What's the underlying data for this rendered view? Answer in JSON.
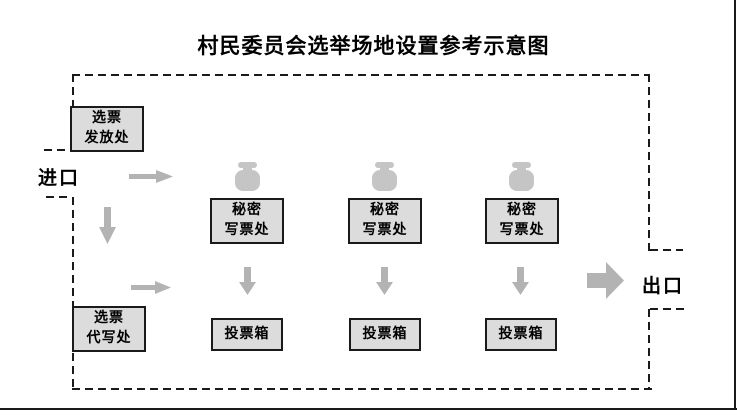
{
  "title": "村民委员会选举场地设置参考示意图",
  "labels": {
    "entrance": "进口",
    "exit": "出口"
  },
  "boxes": {
    "distribution": {
      "label": "选票\n发放处"
    },
    "proxy_writing": {
      "label": "选票\n代写处"
    },
    "secret_booths": [
      {
        "label": "秘密\n写票处"
      },
      {
        "label": "秘密\n写票处"
      },
      {
        "label": "秘密\n写票处"
      }
    ],
    "ballot_boxes": [
      {
        "label": "投票箱"
      },
      {
        "label": "投票箱"
      },
      {
        "label": "投票箱"
      }
    ]
  },
  "icons": {
    "voter": "person-silhouette",
    "small_right_arrow": "→",
    "small_down_arrow": "↓",
    "large_exit_arrow": "➡"
  },
  "colors": {
    "background": "#ffffff",
    "box_fill": "#dcdcdc",
    "box_border": "#1a1a1a",
    "dash_border": "#1a1a1a",
    "arrow_gray": "#b3b3b3",
    "icon_gray": "#c5c5c5"
  }
}
